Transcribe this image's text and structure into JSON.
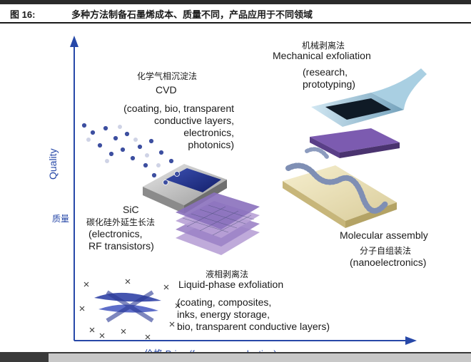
{
  "header": {
    "figure_label": "图 16:",
    "title": "多种方法制备石墨烯成本、质量不同，产品应用于不同领域"
  },
  "axes": {
    "y_label_en": "Quality",
    "y_label_zh": "质量",
    "x_label_zh": "价格",
    "x_label_en": "Price (for mass production)",
    "color": "#2748a8"
  },
  "methods": {
    "mechanical": {
      "name_zh": "机械剥离法",
      "name_en": "Mechanical exfoliation",
      "uses_lines": [
        "(research,",
        "prototyping)"
      ]
    },
    "cvd": {
      "name_zh": "化学气相沉淀法",
      "name_en": "CVD",
      "uses_lines": [
        "(coating, bio, transparent",
        "conductive layers,",
        "electronics,",
        "photonics)"
      ]
    },
    "sic": {
      "name_en": "SiC",
      "name_zh": "碳化硅外延生长法",
      "uses_lines": [
        "(electronics,",
        "RF transistors)"
      ]
    },
    "molecular": {
      "name_en": "Molecular assembly",
      "name_zh": "分子自组装法",
      "uses_lines": [
        "(nanoelectronics)"
      ]
    },
    "liquid": {
      "name_zh": "液相剥离法",
      "name_en": "Liquid-phase exfoliation",
      "uses_lines": [
        "(coating, composites,",
        "inks, energy storage,",
        "bio, transparent conductive layers)"
      ]
    }
  }
}
